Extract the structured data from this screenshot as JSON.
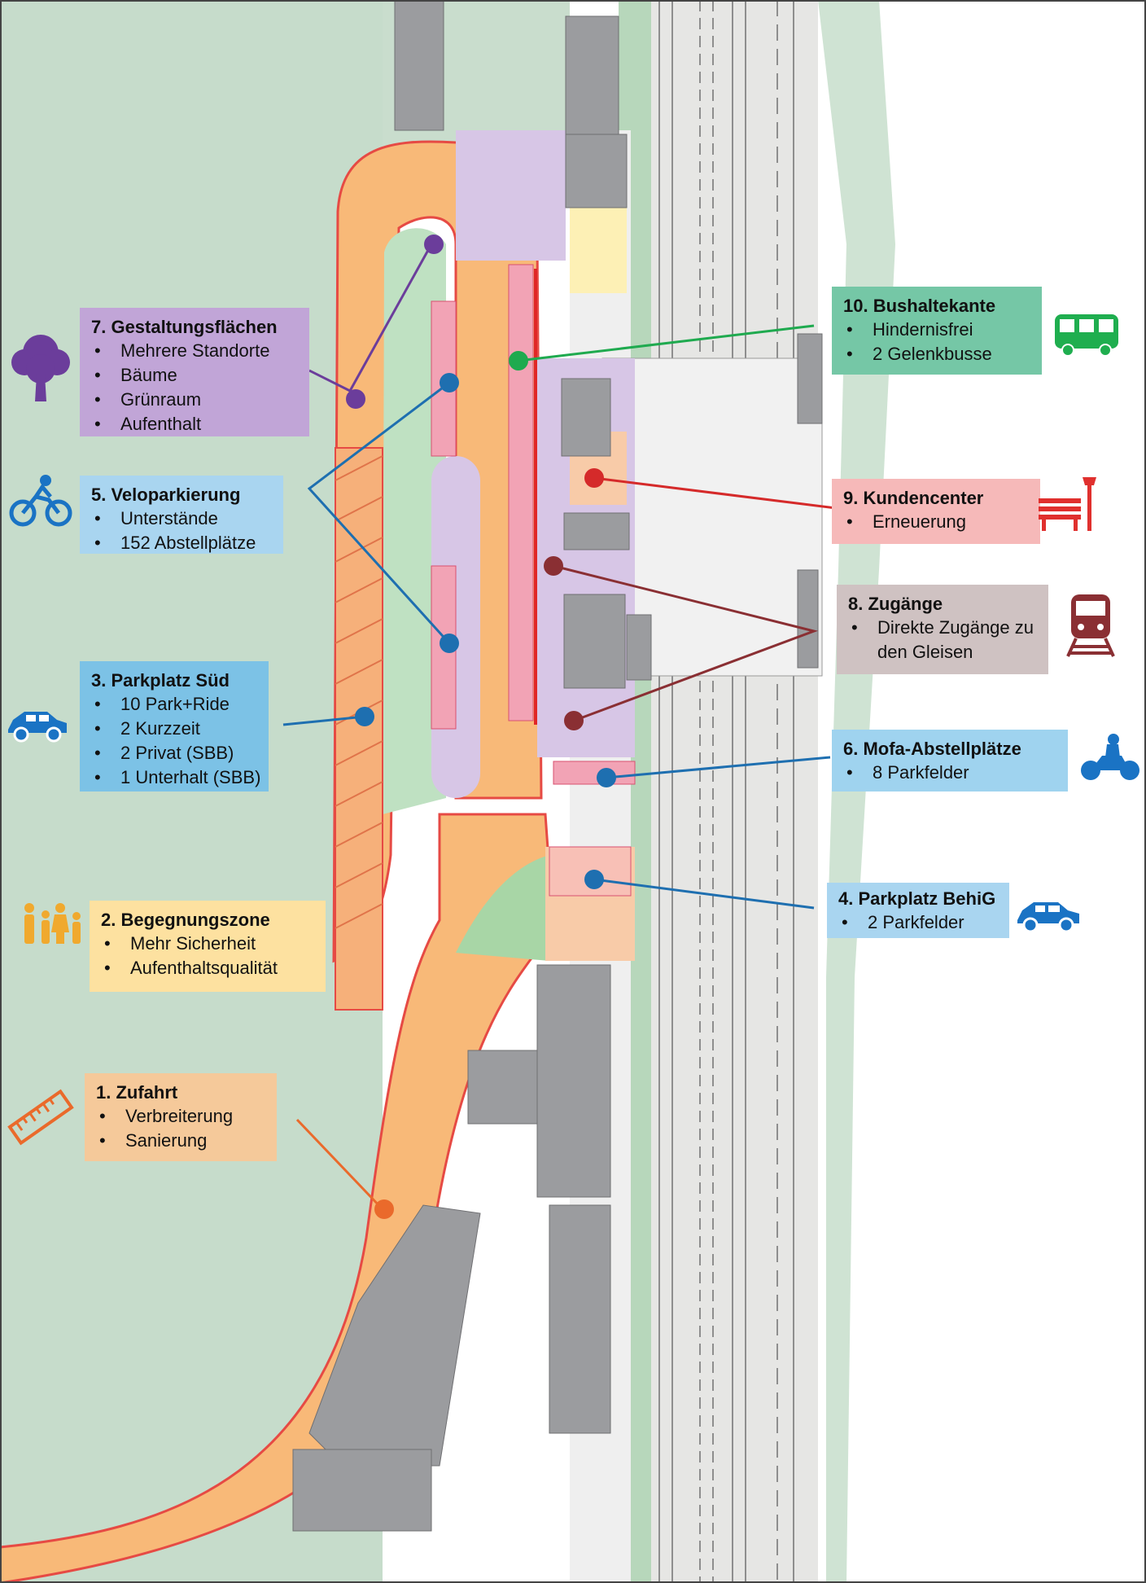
{
  "colors": {
    "field_green": "#bfdac5",
    "road_orange": "#f8b978",
    "road_edge_red": "#e64a44",
    "purple_area": "#d7c6e6",
    "pink_parking": "#f2a3b5",
    "gray_building": "#9b9c9f",
    "track_gray": "#dcdcdc",
    "hedge_green": "#8fcf98",
    "c1_orange": "#f5c99a",
    "c2_yellow": "#fde1a0",
    "c3_blue": "#7cc2e6",
    "c4_blue": "#a9d5f0",
    "c5_blue": "#a9d5f0",
    "c6_blue": "#9fd3ef",
    "c7_purple": "#c1a5d7",
    "c8_brown": "#cfc2c2",
    "c9_red": "#f6b9b9",
    "c10_green": "#75c7a6",
    "icon_orange": "#ea6a2b",
    "icon_yellow": "#f0a92e",
    "icon_blue": "#1a73c4",
    "icon_purple": "#6b3d9b",
    "icon_green": "#1fae4f",
    "icon_red": "#e0302e",
    "icon_brown": "#8a2f33"
  },
  "callouts": [
    {
      "id": "c7",
      "title": "7. Gestaltungsflächen",
      "items": [
        "Mehrere Standorte",
        "Bäume",
        "Grünraum",
        "Aufenthalt"
      ],
      "icon": "tree-icon"
    },
    {
      "id": "c5",
      "title": "5. Veloparkierung",
      "items": [
        "Unterstände",
        "152 Abstellplätze"
      ],
      "icon": "bicycle-icon"
    },
    {
      "id": "c3",
      "title": "3. Parkplatz Süd",
      "items": [
        "10 Park+Ride",
        "2 Kurzzeit",
        "2 Privat (SBB)",
        "1 Unterhalt (SBB)"
      ],
      "icon": "car-icon"
    },
    {
      "id": "c2",
      "title": "2. Begegnungszone",
      "items": [
        "Mehr Sicherheit",
        "Aufenthaltsqualität"
      ],
      "icon": "family-icon"
    },
    {
      "id": "c1",
      "title": "1. Zufahrt",
      "items": [
        "Verbreiterung",
        "Sanierung"
      ],
      "icon": "ruler-icon"
    },
    {
      "id": "c10",
      "title": "10. Bushaltekante",
      "items": [
        "Hindernisfrei",
        "2 Gelenkbusse"
      ],
      "icon": "bus-icon"
    },
    {
      "id": "c9",
      "title": "9. Kundencenter",
      "items": [
        "Erneuerung"
      ],
      "icon": "bench-lamp-icon"
    },
    {
      "id": "c8",
      "title": "8. Zugänge",
      "items": [
        "Direkte Zugänge zu den Gleisen"
      ],
      "icon": "train-icon"
    },
    {
      "id": "c6",
      "title": "6. Mofa-Abstellplätze",
      "items": [
        "8 Parkfelder"
      ],
      "icon": "moped-icon"
    },
    {
      "id": "c4",
      "title": "4. Parkplatz BehiG",
      "items": [
        "2 Parkfelder"
      ],
      "icon": "car-icon"
    }
  ]
}
